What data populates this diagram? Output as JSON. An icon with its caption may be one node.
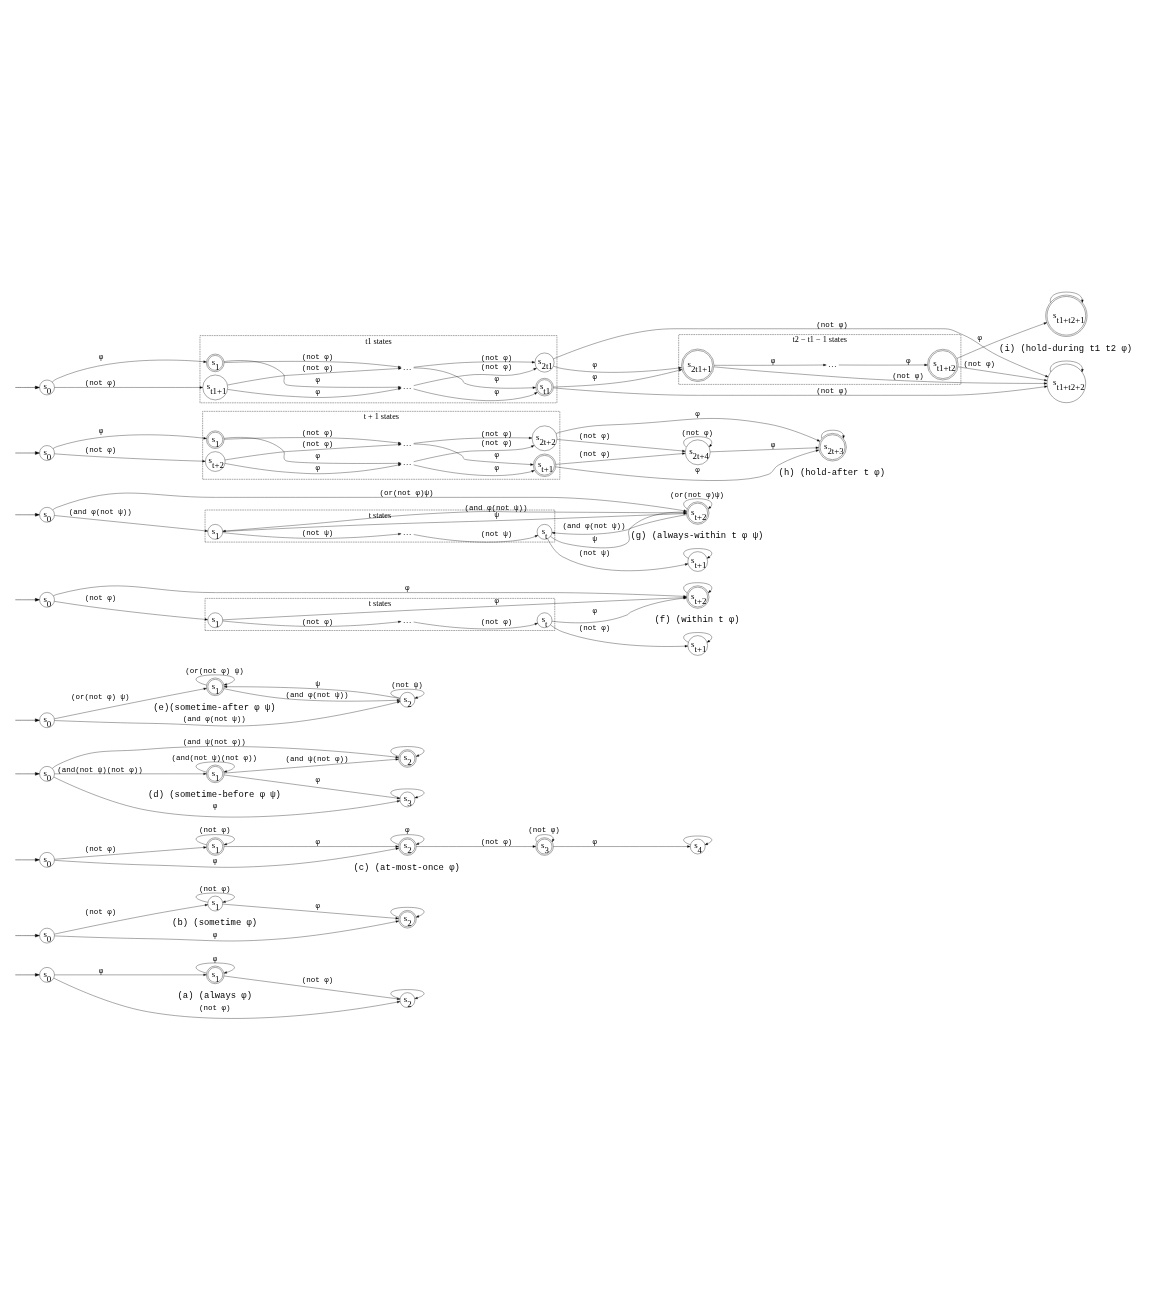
{
  "diagram": {
    "nodes": [
      {
        "text": [
          "s$_{0}$"
        ]
      },
      {
        "text": [
          "s$_{1}$"
        ]
      },
      {
        "text": [
          "s$_{2}$"
        ]
      },
      {
        "text": [
          "s$_{0}$"
        ]
      },
      {
        "text": [
          "s$_{1}$"
        ]
      },
      {
        "text": [
          "s$_{2}$"
        ]
      },
      {
        "text": [
          "s$_{0}$"
        ]
      },
      {
        "text": [
          "s$_{1}$"
        ]
      },
      {
        "text": [
          "s$_{2}$"
        ]
      },
      {
        "text": [
          "s$_{3}$"
        ]
      },
      {
        "text": [
          "s$_{4}$"
        ]
      },
      {
        "text": [
          "s$_{0}$"
        ]
      },
      {
        "text": [
          "s$_{1}$"
        ]
      },
      {
        "text": [
          "s$_{2}$"
        ]
      },
      {
        "text": [
          "s$_{3}$"
        ]
      },
      {
        "text": [
          "s$_{0}$"
        ]
      },
      {
        "text": [
          "s$_{1}$"
        ]
      },
      {
        "text": [
          "s$_{2}$"
        ]
      },
      {
        "text": [
          "t states"
        ]
      },
      {
        "text": [
          "s$_{0}$"
        ]
      },
      {
        "text": [
          "s$_{1}$"
        ],
        "in": 18
      },
      {
        "text": [
          "…"
        ],
        "in": 18
      },
      {
        "text": [
          "s$_{t}$"
        ],
        "in": 18
      },
      {
        "text": [
          "s$_{t+1}$"
        ]
      },
      {
        "text": [
          "s$_{t+2}$"
        ]
      },
      {
        "text": [
          "t states"
        ]
      },
      {
        "text": [
          "s$_{0}$"
        ]
      },
      {
        "text": [
          "s$_{1}$"
        ],
        "in": 25
      },
      {
        "text": [
          "…"
        ],
        "in": 25
      },
      {
        "text": [
          "s$_{t}$"
        ],
        "in": 25
      },
      {
        "text": [
          "s$_{t+1}$"
        ]
      },
      {
        "text": [
          "s$_{t+2}$"
        ]
      },
      {
        "text": [
          "t + 1 states"
        ]
      },
      {
        "text": [
          "s$_{0}$"
        ]
      },
      {
        "text": [
          "s$_{1}$"
        ],
        "in": 32
      },
      {
        "text": [
          "…"
        ],
        "in": 32
      },
      {
        "text": [
          "s$_{t+1}$"
        ],
        "in": 32
      },
      {
        "text": [
          "s$_{t+2}$"
        ],
        "in": 32
      },
      {
        "text": [
          "…"
        ],
        "in": 32
      },
      {
        "text": [
          "s$_{2t+2}$"
        ],
        "in": 32
      },
      {
        "text": [
          "s$_{2t+3}$"
        ]
      },
      {
        "text": [
          "s$_{2t+4}$"
        ]
      },
      {
        "text": [
          "t1 states"
        ]
      },
      {
        "text": [
          "t2 − t1 − 1 states"
        ]
      },
      {
        "text": [
          "s$_{0}$"
        ]
      },
      {
        "text": [
          "s$_{1}$"
        ],
        "in": 42
      },
      {
        "text": [
          "…"
        ],
        "in": 42
      },
      {
        "text": [
          "s$_{t1}$"
        ],
        "in": 42
      },
      {
        "text": [
          "s$_{t1+1}$"
        ],
        "in": 42
      },
      {
        "text": [
          "…"
        ],
        "in": 42
      },
      {
        "text": [
          "s$_{2t1}$"
        ],
        "in": 42
      },
      {
        "text": [
          "s$_{2t1+1}$"
        ],
        "in": 43
      },
      {
        "text": [
          "…"
        ],
        "in": 43
      },
      {
        "text": [
          "s$_{t1+t2}$"
        ],
        "in": 43
      },
      {
        "text": [
          "s$_{t1+t2+1}$"
        ]
      },
      {
        "text": [
          "s$_{t1+t2+2}$"
        ]
      }
    ],
    "edges": [
      {
        "from": null,
        "to": 0,
        "arrow": "to"
      },
      {
        "from": 0,
        "to": 1,
        "arrow": "to",
        "label": "φ"
      },
      {
        "from": 1,
        "to": 1,
        "arrow": "to",
        "label": "φ"
      },
      {
        "from": 1,
        "to": 2,
        "arrow": "to",
        "label": "(not φ)"
      },
      {
        "from": 2,
        "to": 2,
        "arrow": "to"
      },
      {
        "from": 0,
        "to": 2,
        "arrow": "to",
        "label": "(not φ)"
      },
      {
        "from": null,
        "to": 3,
        "arrow": "to"
      },
      {
        "from": 3,
        "to": 4,
        "arrow": "to",
        "label": "(not φ)"
      },
      {
        "from": 4,
        "to": 4,
        "arrow": "to",
        "label": "(not φ)"
      },
      {
        "from": 4,
        "to": 5,
        "arrow": "to",
        "label": "φ"
      },
      {
        "from": 5,
        "to": 5,
        "arrow": "to"
      },
      {
        "from": 3,
        "to": 5,
        "arrow": "to",
        "label": "φ"
      },
      {
        "from": null,
        "to": 6,
        "arrow": "to"
      },
      {
        "from": 6,
        "to": 7,
        "arrow": "to",
        "label": "(not φ)"
      },
      {
        "from": 7,
        "to": 7,
        "arrow": "to",
        "label": "(not φ)"
      },
      {
        "from": 7,
        "to": 8,
        "arrow": "to",
        "label": "φ"
      },
      {
        "from": 6,
        "to": 8,
        "arrow": "to",
        "label": "φ"
      },
      {
        "from": 8,
        "to": 8,
        "arrow": "to",
        "label": "φ"
      },
      {
        "from": 8,
        "to": 9,
        "arrow": "to",
        "label": "(not φ)"
      },
      {
        "from": 9,
        "to": 9,
        "arrow": "to",
        "label": "(not φ)"
      },
      {
        "from": 9,
        "to": 10,
        "arrow": "to",
        "label": "φ"
      },
      {
        "from": 10,
        "to": 10,
        "arrow": "to"
      },
      {
        "from": null,
        "to": 11,
        "arrow": "to"
      },
      {
        "from": 11,
        "to": 13,
        "arrow": "to",
        "label": "(and ψ(not φ))"
      },
      {
        "from": 12,
        "to": 12,
        "arrow": "to",
        "label": "(and(not ψ)(not φ))"
      },
      {
        "from": 11,
        "to": 12,
        "arrow": "to",
        "label": "(and(not ψ)(not φ))"
      },
      {
        "from": 12,
        "to": 13,
        "arrow": "to",
        "label": "(and ψ(not φ))"
      },
      {
        "from": 13,
        "to": 13,
        "arrow": "to"
      },
      {
        "from": 12,
        "to": 14,
        "arrow": "to",
        "label": "φ"
      },
      {
        "from": 11,
        "to": 14,
        "arrow": "to",
        "label": "φ"
      },
      {
        "from": 14,
        "to": 14,
        "arrow": "to"
      },
      {
        "from": null,
        "to": 15,
        "arrow": "to"
      },
      {
        "from": 16,
        "to": 16,
        "arrow": "to",
        "label": "(or(not φ) ψ)"
      },
      {
        "from": 15,
        "to": 16,
        "arrow": "to",
        "label": "(or(not φ) ψ)"
      },
      {
        "from": 16,
        "to": 17,
        "arrow": "to",
        "label": "(and φ(not ψ))"
      },
      {
        "from": 17,
        "to": 17,
        "arrow": "to",
        "label": "(not ψ)"
      },
      {
        "from": 17,
        "to": 16,
        "arrow": "to",
        "label": "ψ"
      },
      {
        "from": 15,
        "to": 17,
        "arrow": "to",
        "label": "(and φ(not ψ))"
      },
      {
        "from": null,
        "to": 19,
        "arrow": "to"
      },
      {
        "from": 19,
        "to": 20,
        "arrow": "to",
        "label": "(not φ)"
      },
      {
        "from": 20,
        "to": 21,
        "arrow": "to",
        "label": "(not φ)"
      },
      {
        "from": 21,
        "to": 22,
        "arrow": "to",
        "label": "(not φ)"
      },
      {
        "from": 22,
        "to": 23,
        "arrow": "to",
        "label": "(not φ)"
      },
      {
        "from": 23,
        "to": 23,
        "arrow": "to"
      },
      {
        "from": 20,
        "to": 24,
        "arrow": "to",
        "label": "φ"
      },
      {
        "from": 22,
        "to": 24,
        "arrow": "to",
        "label": "φ"
      },
      {
        "from": 19,
        "to": 24,
        "arrow": "to",
        "label": "φ"
      },
      {
        "from": 24,
        "to": 24,
        "arrow": "to"
      },
      {
        "from": null,
        "to": 26,
        "arrow": "to"
      },
      {
        "from": 26,
        "to": 27,
        "arrow": "to",
        "label": "(and φ(not ψ))"
      },
      {
        "from": 27,
        "to": 28,
        "arrow": "to",
        "label": "(not ψ)"
      },
      {
        "from": 28,
        "to": 29,
        "arrow": "to",
        "label": "(not ψ)"
      },
      {
        "from": 29,
        "to": 30,
        "arrow": "to",
        "label": "(not ψ)"
      },
      {
        "from": 30,
        "to": 30,
        "arrow": "to"
      },
      {
        "from": 27,
        "to": 31,
        "arrow": "to",
        "label": "ψ"
      },
      {
        "from": 31,
        "to": 27,
        "arrow": "to",
        "label": "(and φ(not ψ))"
      },
      {
        "from": 29,
        "to": 31,
        "arrow": "to",
        "label": "ψ"
      },
      {
        "from": 31,
        "to": 29,
        "arrow": "to",
        "label": "(and φ(not ψ))"
      },
      {
        "from": 26,
        "to": 31,
        "arrow": "to",
        "label": "(or(not φ)ψ)"
      },
      {
        "from": 31,
        "to": 31,
        "arrow": "to",
        "label": "(or(not φ)ψ)"
      },
      {
        "from": null,
        "to": 33,
        "arrow": "to"
      },
      {
        "from": 33,
        "to": 34,
        "arrow": "to",
        "label": "φ"
      },
      {
        "from": 33,
        "to": 37,
        "arrow": "to",
        "label": "(not φ)"
      },
      {
        "from": 34,
        "to": 35,
        "arrow": "to",
        "label": "φ"
      },
      {
        "from": 35,
        "to": 36,
        "arrow": "to",
        "label": "φ"
      },
      {
        "from": 34,
        "to": 38,
        "arrow": "to",
        "label": "(not φ)"
      },
      {
        "from": 37,
        "to": 35,
        "arrow": "to",
        "label": "φ"
      },
      {
        "from": 35,
        "to": 39,
        "arrow": "to",
        "label": "(not φ)"
      },
      {
        "from": 38,
        "to": 36,
        "arrow": "to",
        "label": "φ"
      },
      {
        "from": 37,
        "to": 38,
        "arrow": "to",
        "label": "(not φ)"
      },
      {
        "from": 38,
        "to": 39,
        "arrow": "to",
        "label": "(not φ)"
      },
      {
        "from": 36,
        "to": 40,
        "arrow": "to",
        "label": "φ"
      },
      {
        "from": 36,
        "to": 41,
        "arrow": "to",
        "label": "(not φ)"
      },
      {
        "from": 39,
        "to": 40,
        "arrow": "to",
        "label": "φ"
      },
      {
        "from": 39,
        "to": 41,
        "arrow": "to",
        "label": "(not φ)"
      },
      {
        "from": 41,
        "to": 40,
        "arrow": "to",
        "label": "φ"
      },
      {
        "from": 40,
        "to": 40,
        "arrow": "to"
      },
      {
        "from": 41,
        "to": 41,
        "arrow": "to",
        "label": "(not φ)"
      },
      {
        "from": null,
        "to": 44,
        "arrow": "to"
      },
      {
        "from": 44,
        "to": 45,
        "arrow": "to",
        "label": "φ"
      },
      {
        "from": 44,
        "to": 48,
        "arrow": "to",
        "label": "(not φ)"
      },
      {
        "from": 45,
        "to": 46,
        "arrow": "to",
        "label": "φ"
      },
      {
        "from": 46,
        "to": 47,
        "arrow": "to",
        "label": "φ"
      },
      {
        "from": 45,
        "to": 49,
        "arrow": "to",
        "label": "(not φ)"
      },
      {
        "from": 48,
        "to": 46,
        "arrow": "to",
        "label": "φ"
      },
      {
        "from": 46,
        "to": 50,
        "arrow": "to",
        "label": "(not φ)"
      },
      {
        "from": 49,
        "to": 47,
        "arrow": "to",
        "label": "φ"
      },
      {
        "from": 48,
        "to": 49,
        "arrow": "to",
        "label": "(not φ)"
      },
      {
        "from": 49,
        "to": 50,
        "arrow": "to",
        "label": "(not φ)"
      },
      {
        "from": 47,
        "to": 51,
        "arrow": "to",
        "label": "φ"
      },
      {
        "from": 50,
        "to": 51,
        "arrow": "to",
        "label": "φ"
      },
      {
        "from": 51,
        "to": 52,
        "arrow": "to",
        "label": "φ"
      },
      {
        "from": 52,
        "to": 53,
        "arrow": "to",
        "label": "φ"
      },
      {
        "from": 53,
        "to": 54,
        "arrow": "to",
        "label": "φ"
      },
      {
        "from": 54,
        "to": 54,
        "arrow": "to"
      },
      {
        "from": 47,
        "to": 55,
        "arrow": "to",
        "label": "(not φ)"
      },
      {
        "from": 51,
        "to": 55,
        "arrow": "to",
        "label": "(not φ)"
      },
      {
        "from": 53,
        "to": 55,
        "arrow": "to",
        "label": "(not φ)"
      },
      {
        "from": 50,
        "to": 55,
        "arrow": "to",
        "label": "(not φ)"
      },
      {
        "from": 55,
        "to": 55,
        "arrow": "to"
      }
    ],
    "labels": [
      "(a) (always φ)",
      "(b) (sometime φ)",
      "(c) (at-most-once φ)",
      "(d) (sometime-before φ ψ)",
      "(e)(sometime-after φ ψ)",
      "(f) (within t φ)",
      "(g) (always-within t φ ψ)",
      "(h) (hold-after t φ)",
      "(i) (hold-during t1 t2 φ)"
    ]
  }
}
